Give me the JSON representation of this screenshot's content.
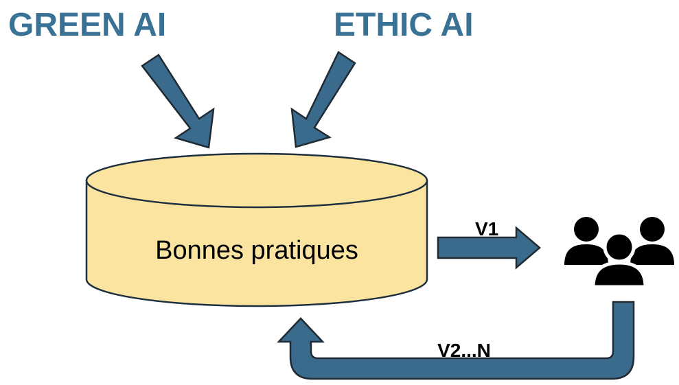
{
  "labels": {
    "green_ai": "GREEN AI",
    "ethic_ai": "ETHIC AI",
    "database": "Bonnes pratiques",
    "v1": "V1",
    "v2n": "V2...N"
  },
  "icons": {
    "users": "users-group-icon"
  },
  "colors": {
    "title_text": "#3A7296",
    "arrow_fill": "#3A6A8C",
    "arrow_stroke": "#1F2A33",
    "cylinder_fill": "#FBE3A0",
    "cylinder_stroke": "#1E2F3F",
    "label_text": "#000000",
    "users_icon": "#000000"
  }
}
